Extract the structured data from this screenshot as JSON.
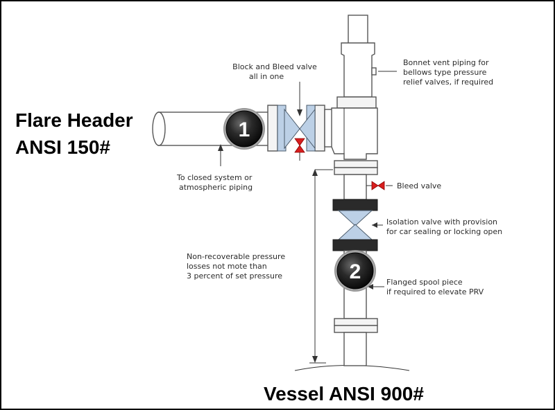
{
  "labels": {
    "flare_header_line1": "Flare Header",
    "flare_header_line2": "ANSI 150#",
    "vessel": "Vessel ANSI 900#",
    "block_bleed_line1": "Block and Bleed valve",
    "block_bleed_line2": "all in one",
    "bonnet_line1": "Bonnet vent piping for",
    "bonnet_line2": "bellows type pressure",
    "bonnet_line3": "relief valves, if required",
    "closed_system_line1": "To closed system or",
    "closed_system_line2": "atmospheric piping",
    "bleed_valve": "Bleed valve",
    "isolation_line1": "Isolation valve with provision",
    "isolation_line2": "for car sealing or locking open",
    "nonrecoverable_line1": "Non-recoverable pressure",
    "nonrecoverable_line2": "losses not mote than",
    "nonrecoverable_line3": "3 percent of set pressure",
    "spool_line1": "Flanged spool piece",
    "spool_line2": "if required to elevate PRV"
  },
  "badges": {
    "badge1": "1",
    "badge2": "2"
  },
  "colors": {
    "valve_fill": "#bcd0e6",
    "bleed_red": "#d81e1e",
    "badge_dark": "#1a1a1a",
    "frame": "#000000"
  }
}
